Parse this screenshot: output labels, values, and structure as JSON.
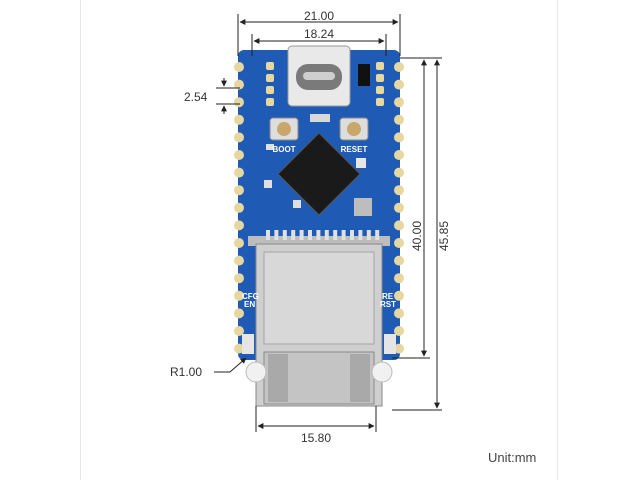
{
  "dimensions": {
    "board_width": "21.00",
    "usb_width": "18.24",
    "pin_pitch": "2.54",
    "castellation_length": "40.00",
    "board_length": "45.85",
    "rj45_width": "15.80",
    "corner_radius": "R1.00"
  },
  "silkscreen": {
    "boot": "BOOT",
    "reset": "RESET",
    "cfg": "CFG",
    "en": "EN",
    "re": "RE",
    "rst": "RST"
  },
  "unit_label": "Unit:mm",
  "colors": {
    "pcb": "#1f5bb5",
    "pad": "#e6d6a0",
    "chip": "#1a1a1a",
    "jack": "#cfcfcf",
    "dimension_line": "#222222"
  }
}
